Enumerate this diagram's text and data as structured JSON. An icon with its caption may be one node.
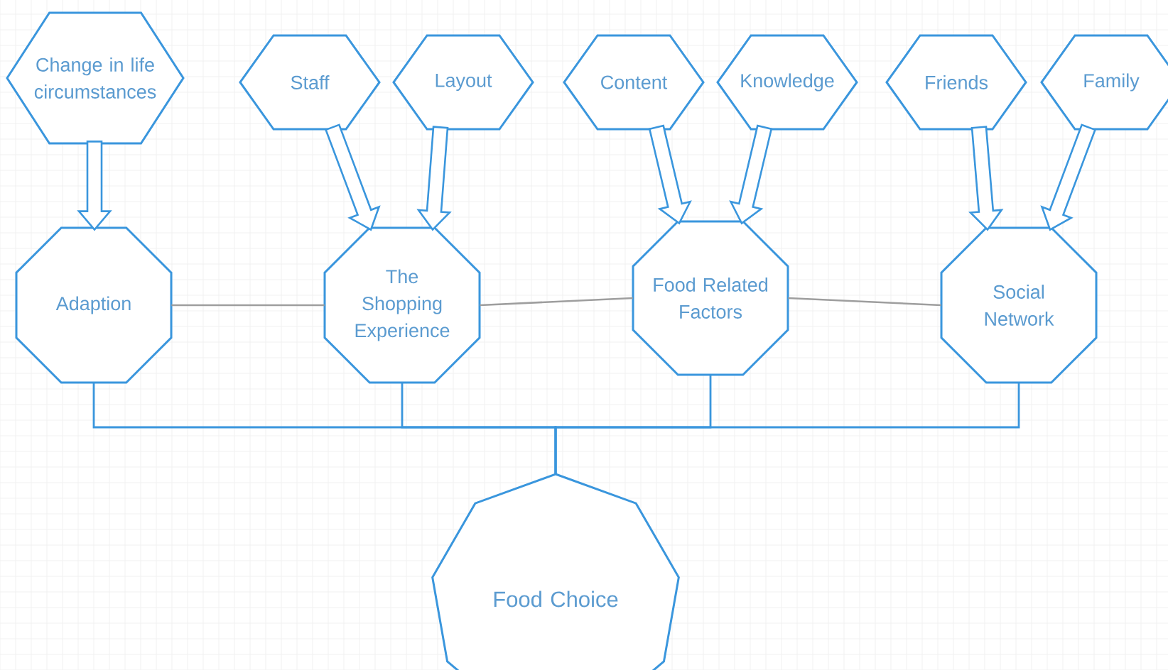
{
  "diagram": {
    "nodes": [
      {
        "text": [
          "Change in life circumstances"
        ]
      },
      {
        "text": [
          "Staff"
        ]
      },
      {
        "text": [
          "Layout"
        ]
      },
      {
        "text": [
          "Content"
        ]
      },
      {
        "text": [
          "Knowledge"
        ]
      },
      {
        "text": [
          "Friends"
        ]
      },
      {
        "text": [
          "Family"
        ]
      },
      {
        "text": [
          "Adaption"
        ]
      },
      {
        "text": [
          "The Shopping Experience"
        ]
      },
      {
        "text": [
          "Food Related Factors"
        ]
      },
      {
        "text": [
          "Social Network"
        ]
      },
      {
        "text": [
          "Food Choice"
        ]
      }
    ],
    "edges": [
      {
        "from": 0,
        "to": 7,
        "arrow": "to"
      },
      {
        "from": 1,
        "to": 8,
        "arrow": "to"
      },
      {
        "from": 2,
        "to": 8,
        "arrow": "to"
      },
      {
        "from": 3,
        "to": 9,
        "arrow": "to"
      },
      {
        "from": 4,
        "to": 9,
        "arrow": "to"
      },
      {
        "from": 5,
        "to": 10,
        "arrow": "to"
      },
      {
        "from": 6,
        "to": 10,
        "arrow": "to"
      },
      {
        "from": 7,
        "to": 8,
        "arrow": "none",
        "color": "#9e9e9e"
      },
      {
        "from": 8,
        "to": 9,
        "arrow": "none",
        "color": "#9e9e9e"
      },
      {
        "from": 9,
        "to": 10,
        "arrow": "none",
        "color": "#9e9e9e"
      },
      {
        "from": 7,
        "to": 11,
        "arrow": "none"
      },
      {
        "from": 8,
        "to": 11,
        "arrow": "none"
      },
      {
        "from": 9,
        "to": 11,
        "arrow": "none"
      },
      {
        "from": 10,
        "to": 11,
        "arrow": "none"
      }
    ]
  }
}
